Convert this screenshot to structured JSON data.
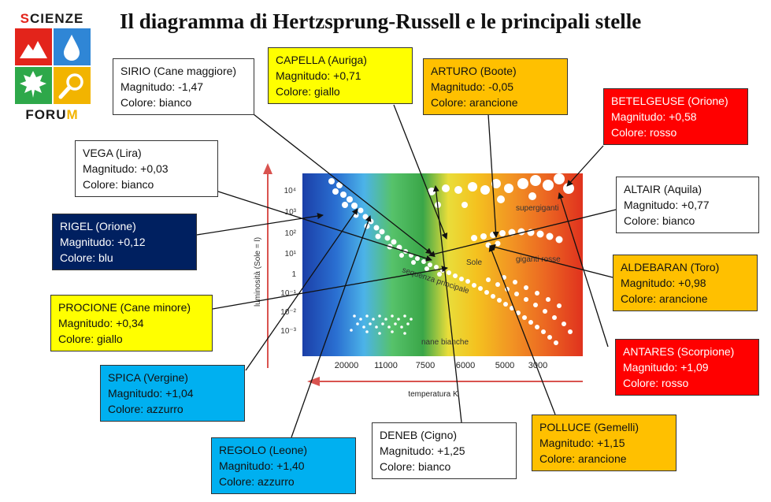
{
  "title": "Il diagramma di Hertzsprung-Russell e le principali stelle",
  "logo": {
    "top_text": [
      "S",
      "CIENZE"
    ],
    "bottom_text": [
      "FORU",
      "M"
    ],
    "colors": {
      "red": "#e3241b",
      "blue": "#2f86d6",
      "green": "#2ea84a",
      "yellow": "#f2b400"
    }
  },
  "diagram": {
    "y_axis_label": "luminosità (Sole = l)",
    "y_ticks": [
      "10⁴",
      "10³",
      "10²",
      "10¹",
      "1",
      "10⁻¹",
      "10⁻²",
      "10⁻³"
    ],
    "x_ticks": [
      "20000",
      "11000",
      "7500",
      "6000",
      "5000",
      "3000"
    ],
    "x_axis_label": "temperatura K",
    "regions": {
      "supergiant": "supergiganti",
      "giants": "giganti rosse",
      "sun": "Sole",
      "main_sequence": "sequenza principale",
      "white_dwarfs": "nane bianche"
    }
  },
  "stars": [
    {
      "id": "sirio",
      "name": "SIRIO (Cane maggiore)",
      "magnitude": "Magnitudo: -1,47",
      "color": "Colore: bianco",
      "bg": "#ffffff",
      "fg": "#111111"
    },
    {
      "id": "capella",
      "name": "CAPELLA (Auriga)",
      "magnitude": "Magnitudo: +0,71",
      "color": "Colore: giallo",
      "bg": "#ffff00",
      "fg": "#111111"
    },
    {
      "id": "arturo",
      "name": "ARTURO (Boote)",
      "magnitude": "Magnitudo: -0,05",
      "color": "Colore: arancione",
      "bg": "#ffc000",
      "fg": "#111111"
    },
    {
      "id": "betelgeuse",
      "name": "BETELGEUSE (Orione)",
      "magnitude": "Magnitudo: +0,58",
      "color": "Colore: rosso",
      "bg": "#ff0000",
      "fg": "#ffffff"
    },
    {
      "id": "vega",
      "name": "VEGA (Lira)",
      "magnitude": "Magnitudo: +0,03",
      "color": "Colore: bianco",
      "bg": "#ffffff",
      "fg": "#111111"
    },
    {
      "id": "altair",
      "name": "ALTAIR (Aquila)",
      "magnitude": "Magnitudo: +0,77",
      "color": "Colore: bianco",
      "bg": "#ffffff",
      "fg": "#111111"
    },
    {
      "id": "rigel",
      "name": "RIGEL (Orione)",
      "magnitude": "Magnitudo: +0,12",
      "color": "Colore: blu",
      "bg": "#002060",
      "fg": "#ffffff"
    },
    {
      "id": "aldebaran",
      "name": "ALDEBARAN (Toro)",
      "magnitude": "Magnitudo: +0,98",
      "color": "Colore: arancione",
      "bg": "#ffc000",
      "fg": "#111111"
    },
    {
      "id": "procione",
      "name": "PROCIONE (Cane minore)",
      "magnitude": "Magnitudo: +0,34",
      "color": "Colore: giallo",
      "bg": "#ffff00",
      "fg": "#111111"
    },
    {
      "id": "antares",
      "name": "ANTARES (Scorpione)",
      "magnitude": "Magnitudo: +1,09",
      "color": "Colore: rosso",
      "bg": "#ff0000",
      "fg": "#ffffff"
    },
    {
      "id": "spica",
      "name": "SPICA (Vergine)",
      "magnitude": "Magnitudo: +1,04",
      "color": "Colore: azzurro",
      "bg": "#00b0f0",
      "fg": "#111111"
    },
    {
      "id": "polluce",
      "name": "POLLUCE (Gemelli)",
      "magnitude": "Magnitudo: +1,15",
      "color": "Colore: arancione",
      "bg": "#ffc000",
      "fg": "#111111"
    },
    {
      "id": "deneb",
      "name": "DENEB (Cigno)",
      "magnitude": "Magnitudo: +1,25",
      "color": "Colore: bianco",
      "bg": "#ffffff",
      "fg": "#111111"
    },
    {
      "id": "regolo",
      "name": "REGOLO (Leone)",
      "magnitude": "Magnitudo: +1,40",
      "color": "Colore: azzurro",
      "bg": "#00b0f0",
      "fg": "#111111"
    }
  ]
}
